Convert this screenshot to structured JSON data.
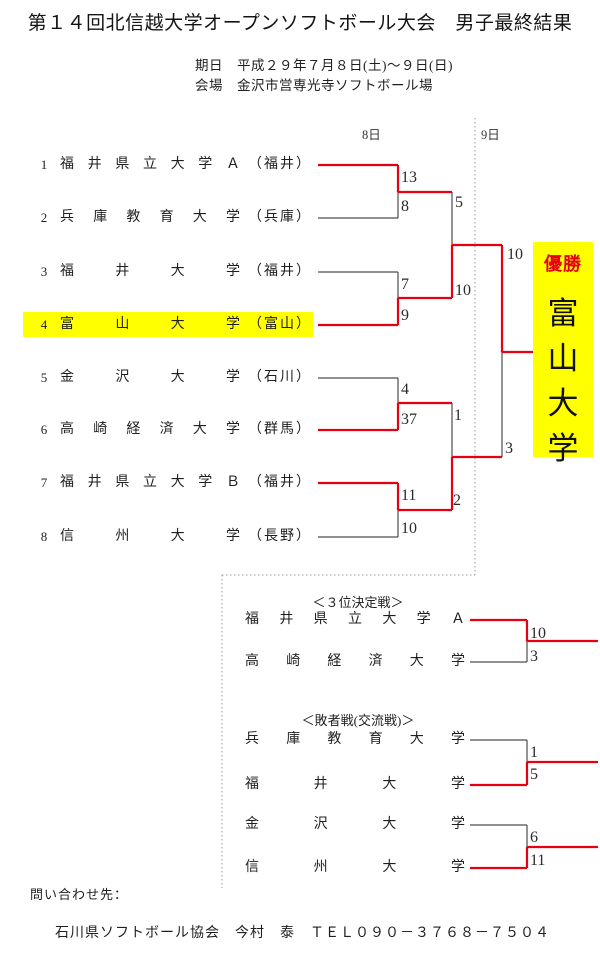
{
  "title": "第１４回北信越大学オープンソフトボール大会　男子最終結果",
  "meta": {
    "date_label": "期日",
    "date_value": "平成２９年７月８日(土)～９日(日)",
    "venue_label": "会場",
    "venue_value": "金沢市営専光寺ソフトボール場"
  },
  "days": {
    "day8": "8日",
    "day9": "9日"
  },
  "teams": [
    {
      "seed": "1",
      "name": "福井県立大学Ａ",
      "pref": "（福井）"
    },
    {
      "seed": "2",
      "name": "兵庫教育大学",
      "pref": "（兵庫）"
    },
    {
      "seed": "3",
      "name": "福井大学",
      "pref": "（福井）"
    },
    {
      "seed": "4",
      "name": "富山大学",
      "pref": "（富山）",
      "highlight": true
    },
    {
      "seed": "5",
      "name": "金沢大学",
      "pref": "（石川）"
    },
    {
      "seed": "6",
      "name": "高崎経済大学",
      "pref": "（群馬）"
    },
    {
      "seed": "7",
      "name": "福井県立大学Ｂ",
      "pref": "（福井）"
    },
    {
      "seed": "8",
      "name": "信州大学",
      "pref": "（長野）"
    }
  ],
  "scores": {
    "r1m1_top": "13",
    "r1m1_bottom": "8",
    "r1m2_top": "7",
    "r1m2_bottom": "9",
    "r1m3_top": "4",
    "r1m3_bottom": "37",
    "r1m4_top": "11",
    "r1m4_bottom": "10",
    "sf1_top": "5",
    "sf1_bottom": "10",
    "sf2_top": "1",
    "sf2_bottom": "2",
    "final_top": "10",
    "final_bottom": "3"
  },
  "champion": {
    "label": "優勝",
    "name": "富山大学"
  },
  "third_place": {
    "header": "＜３位決定戦＞",
    "rows": [
      {
        "name": "福井県立大学Ａ",
        "score": "10"
      },
      {
        "name": "高崎経済大学",
        "score": "3"
      }
    ]
  },
  "consolation": {
    "header": "＜敗者戦(交流戦)＞",
    "rows": [
      {
        "name": "兵庫教育大学",
        "score": "1"
      },
      {
        "name": "福井大学",
        "score": "5"
      },
      {
        "name": "金沢大学",
        "score": "6"
      },
      {
        "name": "信州大学",
        "score": "11"
      }
    ]
  },
  "footer": {
    "contact_label": "問い合わせ先：",
    "contact_value": "石川県ソフトボール協会　今村　泰　ＴＥＬ０９０－３７６８－７５０４"
  },
  "colors": {
    "win_line": "#e60012",
    "lose_line": "#4d4d4d",
    "dotted_line": "#999999",
    "highlight": "#ffff00",
    "champion_label": "#e60012"
  },
  "bracket_lines": {
    "winner_segments": [
      [
        318,
        165,
        398,
        165
      ],
      [
        398,
        165,
        398,
        192
      ],
      [
        398,
        192,
        452,
        192
      ],
      [
        318,
        325,
        398,
        325
      ],
      [
        398,
        298,
        398,
        325
      ],
      [
        398,
        298,
        452,
        298
      ],
      [
        452,
        245,
        452,
        298
      ],
      [
        452,
        245,
        502,
        245
      ],
      [
        318,
        430,
        398,
        430
      ],
      [
        398,
        403,
        398,
        430
      ],
      [
        398,
        403,
        452,
        403
      ],
      [
        318,
        483,
        398,
        483
      ],
      [
        398,
        483,
        398,
        510
      ],
      [
        398,
        510,
        452,
        510
      ],
      [
        452,
        457,
        452,
        510
      ],
      [
        452,
        457,
        502,
        457
      ],
      [
        502,
        245,
        502,
        352
      ],
      [
        502,
        352,
        533,
        352
      ],
      [
        470,
        620,
        527,
        620
      ],
      [
        527,
        620,
        527,
        641
      ],
      [
        527,
        641,
        598,
        641
      ],
      [
        470,
        785,
        527,
        785
      ],
      [
        527,
        762,
        527,
        785
      ],
      [
        527,
        762,
        598,
        762
      ],
      [
        470,
        868,
        527,
        868
      ],
      [
        527,
        847,
        527,
        868
      ],
      [
        527,
        847,
        598,
        847
      ]
    ],
    "loser_segments": [
      [
        318,
        218,
        398,
        218
      ],
      [
        398,
        192,
        398,
        218
      ],
      [
        318,
        272,
        398,
        272
      ],
      [
        398,
        272,
        398,
        298
      ],
      [
        452,
        192,
        452,
        245
      ],
      [
        318,
        378,
        398,
        378
      ],
      [
        398,
        378,
        398,
        403
      ],
      [
        318,
        537,
        398,
        537
      ],
      [
        398,
        510,
        398,
        537
      ],
      [
        452,
        403,
        452,
        457
      ],
      [
        502,
        352,
        502,
        457
      ],
      [
        470,
        662,
        527,
        662
      ],
      [
        527,
        641,
        527,
        662
      ],
      [
        470,
        740,
        527,
        740
      ],
      [
        527,
        740,
        527,
        762
      ],
      [
        470,
        825,
        527,
        825
      ],
      [
        527,
        825,
        527,
        847
      ]
    ],
    "dotted_segments": [
      [
        475,
        118,
        475,
        575
      ],
      [
        222,
        575,
        475,
        575
      ],
      [
        222,
        575,
        222,
        888
      ]
    ]
  }
}
